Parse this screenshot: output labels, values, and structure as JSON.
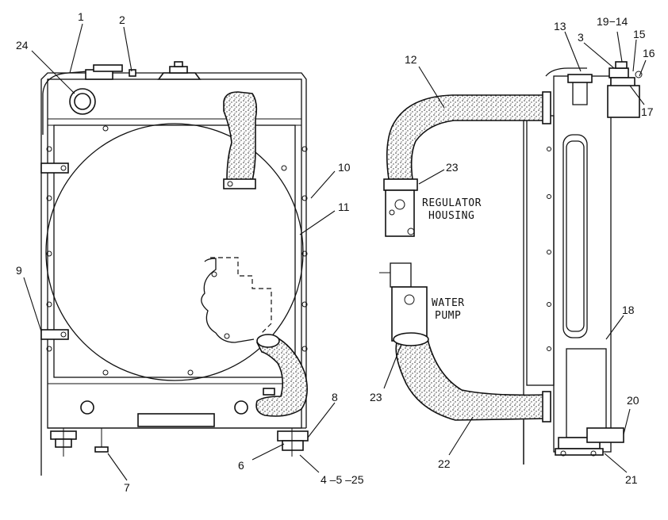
{
  "callouts": {
    "c1": "1",
    "c2": "2",
    "c24": "24",
    "c10": "10",
    "c11": "11",
    "c9": "9",
    "c8": "8",
    "c6": "6",
    "c4_5_25": "4 –5 –25",
    "c7": "7",
    "c12": "12",
    "c13": "13",
    "c3": "3",
    "c19_14": "19−14",
    "c15": "15",
    "c16": "16",
    "c17": "17",
    "c23a": "23",
    "c18": "18",
    "c23b": "23",
    "c22": "22",
    "c20": "20",
    "c21": "21"
  },
  "labels": {
    "regulator_line1": "REGULATOR",
    "regulator_line2": "HOUSING",
    "water_line1": "WATER",
    "water_line2": "PUMP"
  }
}
